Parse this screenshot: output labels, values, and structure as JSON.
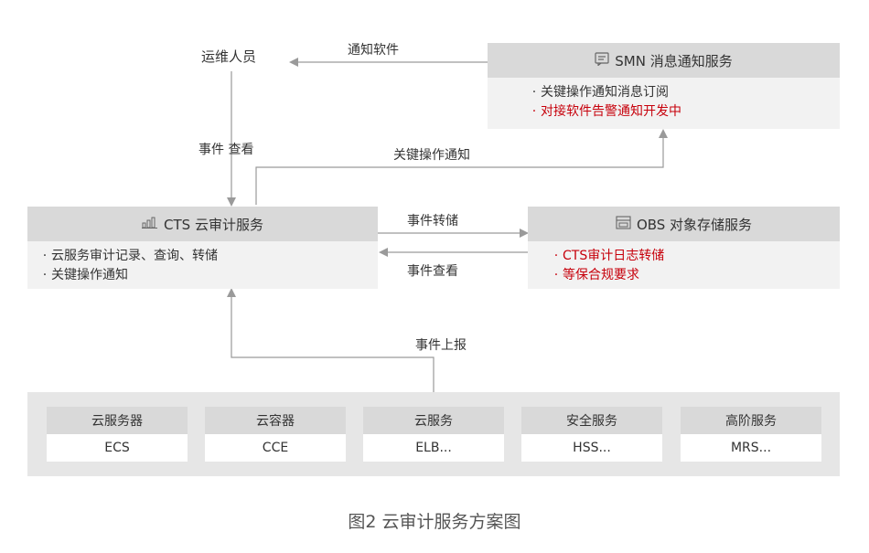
{
  "people": {
    "ops": "运维人员"
  },
  "edges": {
    "notify_software": "通知软件",
    "event_view_left": "事件 查看",
    "key_op_notify": "关键操作通知",
    "event_dump": "事件转储",
    "event_view": "事件查看",
    "event_report": "事件上报"
  },
  "smn": {
    "icon": "message-icon",
    "title": "SMN 消息通知服务",
    "items": [
      "关键操作通知消息订阅",
      "对接软件告警通知开发中"
    ]
  },
  "cts": {
    "icon": "bar-chart-icon",
    "title": "CTS 云审计服务",
    "items": [
      "云服务审计记录、查询、转储",
      "关键操作通知"
    ]
  },
  "obs": {
    "icon": "storage-icon",
    "title": "OBS 对象存储服务",
    "items": [
      "CTS审计日志转储",
      "等保合规要求"
    ]
  },
  "sources": [
    {
      "name": "云服务器",
      "example": "ECS"
    },
    {
      "name": "云容器",
      "example": "CCE"
    },
    {
      "name": "云服务",
      "example": "ELB..."
    },
    {
      "name": "安全服务",
      "example": "HSS..."
    },
    {
      "name": "高阶服务",
      "example": "MRS..."
    }
  ],
  "caption": "图2 云审计服务方案图",
  "colors": {
    "header_gray": "#d9d9d9",
    "body_gray": "#f2f2f2",
    "highlight_red": "#c7000b",
    "line_gray": "#999999"
  }
}
